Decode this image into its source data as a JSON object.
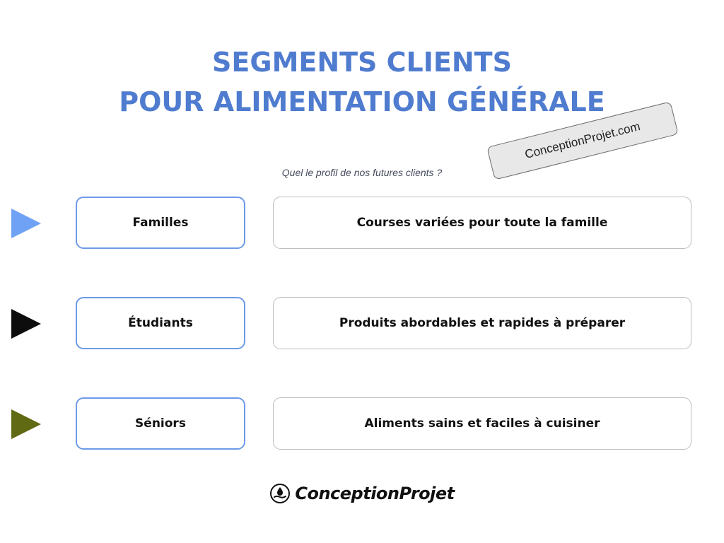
{
  "header": {
    "title_line1": "SEGMENTS CLIENTS",
    "title_line2": "POUR ALIMENTATION GÉNÉRALE",
    "stamp": "ConceptionProjet.com",
    "subtitle": "Quel le profil de nos futures clients ?"
  },
  "segments": [
    {
      "label": "Familles",
      "description": "Courses variées pour toute la famille",
      "arrow_color": "#6fa1f5"
    },
    {
      "label": "Étudiants",
      "description": "Produits abordables et rapides à préparer",
      "arrow_color": "#0d0d0d"
    },
    {
      "label": "Séniors",
      "description": "Aliments sains et faciles à cuisiner",
      "arrow_color": "#5f6a12"
    }
  ],
  "footer": {
    "logo_text": "ConceptionProjet",
    "logo_icon": "hand-drop-icon"
  },
  "colors": {
    "title": "#4f7ccf",
    "segment_border": "#6d9ae8",
    "description_border": "#bdbdbd"
  }
}
